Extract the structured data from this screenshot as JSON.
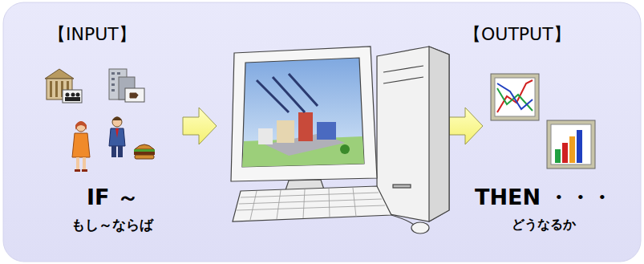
{
  "diagram": {
    "labels": [
      "【INPUT】",
      "【OUTPUT】",
      "IF ～",
      "もし～ならば",
      "THEN ・・・",
      "どうなるか"
    ]
  }
}
